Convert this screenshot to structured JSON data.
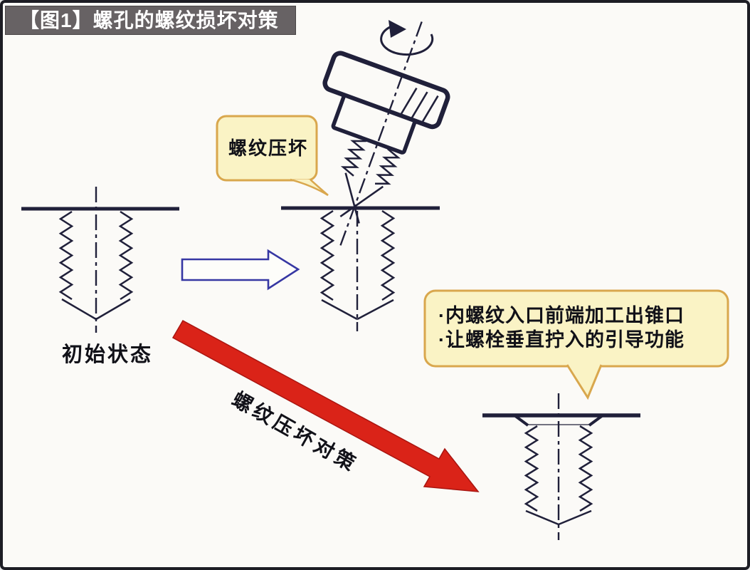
{
  "title": "【图1】螺孔的螺纹损坏对策",
  "labels": {
    "initial_state": "初始状态",
    "thread_crush_bubble": "螺纹压坏",
    "countermeasure_arrow": "螺纹压坏对策"
  },
  "solution_callout": {
    "line1": "·内螺纹入口前端加工出锥口",
    "line2": "·让螺栓垂直拧入的引导功能"
  },
  "colors": {
    "title_bar_bg": "#676264",
    "title_text": "#ffffff",
    "callout_fill": "#faf3c5",
    "callout_border": "#d9a74d",
    "red_arrow_fill": "#da2318",
    "red_arrow_edge": "#a81510",
    "blue_arrow_outline": "#3637a3",
    "ink": "#20203a",
    "background": "#fbfaf7",
    "frame_border": "#1d1d24"
  }
}
